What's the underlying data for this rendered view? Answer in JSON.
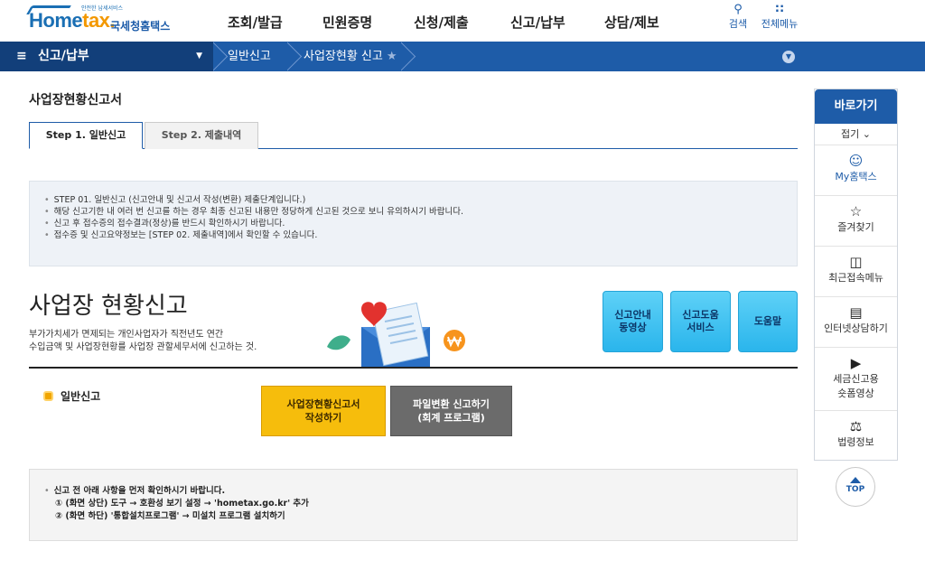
{
  "header": {
    "logo_small": "안전한 납세서비스",
    "logo_home": "Home",
    "logo_tax": "tax.",
    "logo_kr": "국세청홈택스",
    "gnb": [
      "조회/발급",
      "민원증명",
      "신청/제출",
      "신고/납부",
      "상담/제보"
    ],
    "search_label": "검색",
    "allmenu_label": "전체메뉴"
  },
  "navbar": {
    "menu_label": "신고/납부",
    "crumbs": [
      "일반신고",
      "사업장현황 신고"
    ]
  },
  "page": {
    "title": "사업장현황신고서",
    "tabs": [
      "Step 1. 일반신고",
      "Step 2. 제출내역"
    ]
  },
  "info": {
    "lines": [
      "STEP 01. 일반신고 (신고안내 및 신고서 작성(변환) 제출단계입니다.)",
      "해당 신고기한 내 여러 번 신고를 하는 경우 최종 신고된 내용만 정당하게 신고된 것으로 보니 유의하시기 바랍니다.",
      "신고 후 접수증의 접수결과(정상)를 반드시 확인하시기 바랍니다.",
      "접수증 및 신고요약정보는 [STEP 02. 제출내역]에서 확인할 수 있습니다."
    ]
  },
  "hero": {
    "title": "사업장 현황신고",
    "desc_line1": "부가가치세가 면제되는 개인사업자가 직전년도 연간",
    "desc_line2": "수입금액 및 사업장현황를 사업장 관할세무서에 신고하는 것.",
    "buttons": [
      {
        "line1": "신고안내",
        "line2": "동영상"
      },
      {
        "line1": "신고도움",
        "line2": "서비스"
      },
      {
        "line1": "도움말",
        "line2": ""
      }
    ]
  },
  "section": {
    "label": "일반신고",
    "write_line1": "사업장현황신고서",
    "write_line2": "작성하기",
    "convert_line1": "파일변환 신고하기",
    "convert_line2": "(회계 프로그램)"
  },
  "notice": {
    "line1": "신고 전 아래 사항을 먼저 확인하시기 바랍니다.",
    "line2": "① (화면 상단) 도구 → 호환성 보기 설정 → 'hometax.go.kr' 추가",
    "line3": "② (화면 하단) '통합설치프로그램' → 미설치 프로그램 설치하기"
  },
  "quick": {
    "head": "바로가기",
    "fold": "접기",
    "items": [
      "My홈택스",
      "즐겨찾기",
      "최근접속메뉴",
      "인터넷상담하기",
      "세금신고용",
      "숏폼영상",
      "법령정보"
    ],
    "icons": [
      "person-icon",
      "star-icon",
      "recent-icon",
      "monitor-icon",
      "video-icon",
      "gavel-icon"
    ],
    "top_label": "TOP"
  },
  "colors": {
    "primary": "#1e5ca8",
    "nav_dark": "#123f7a",
    "accent_yellow": "#f6bd0c",
    "accent_cyan": "#2ab5ec"
  }
}
